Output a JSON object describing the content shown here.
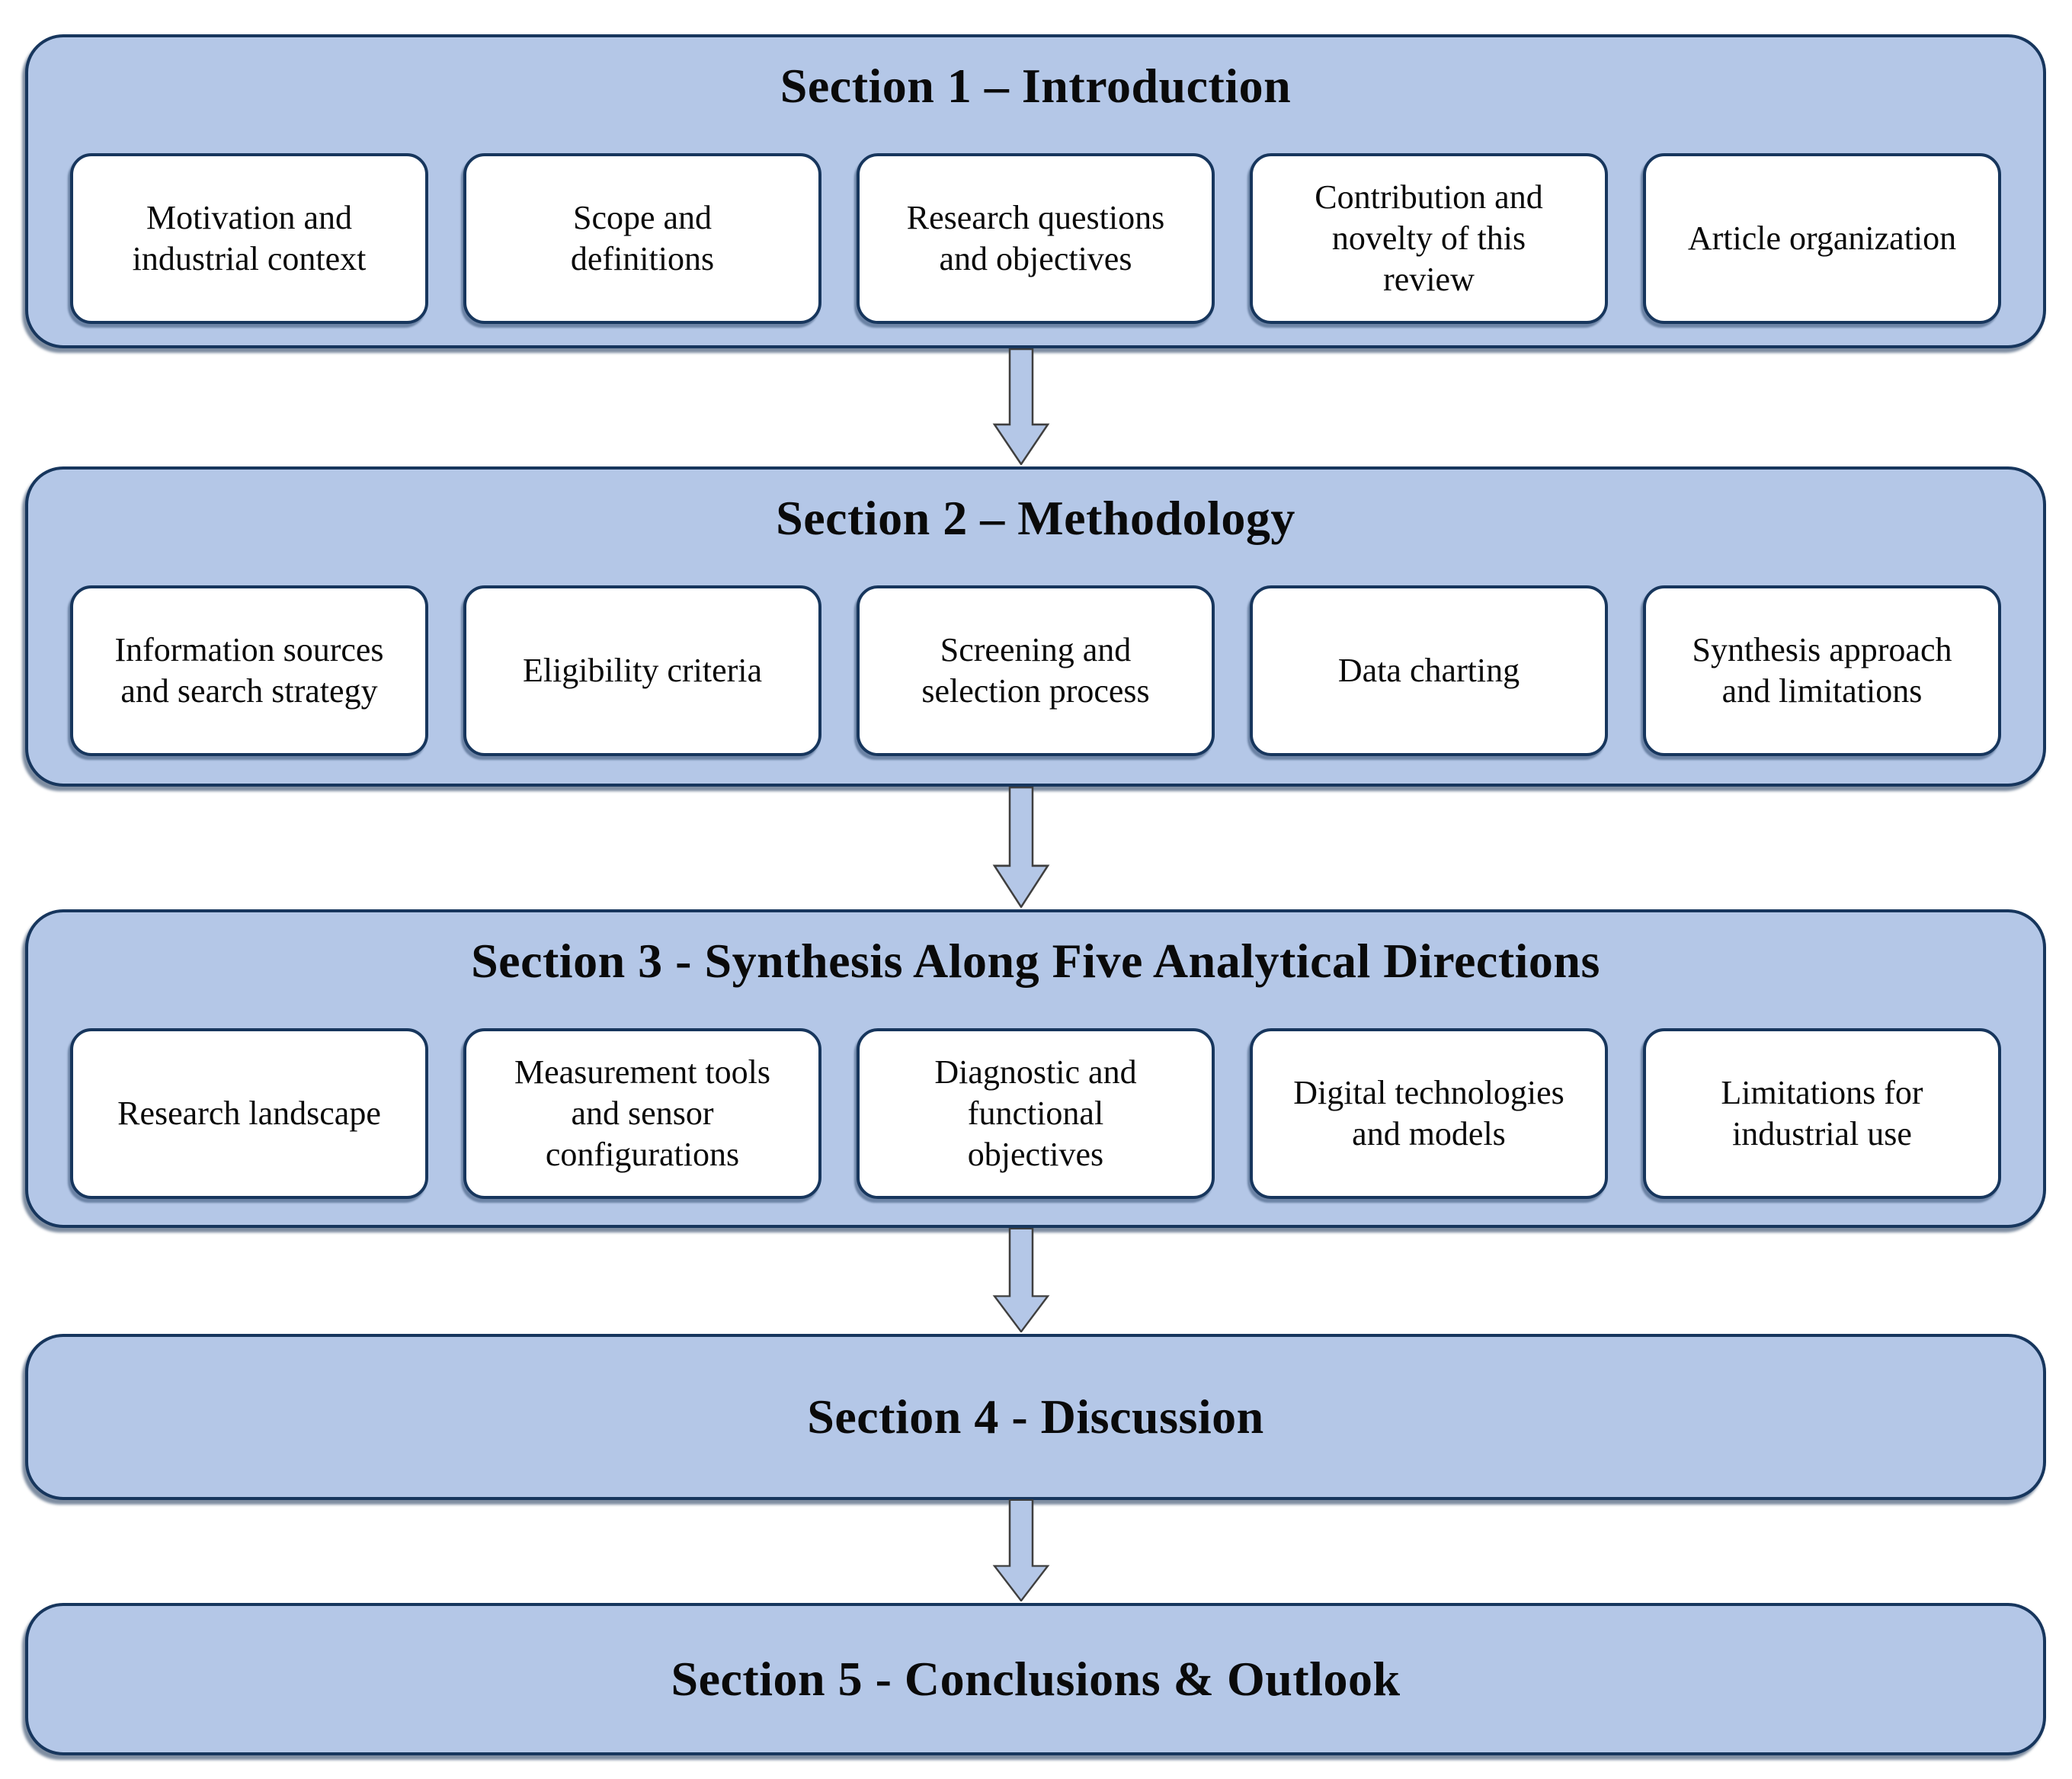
{
  "sections": [
    {
      "title": "Section 1 – Introduction",
      "items": [
        "Motivation and industrial context",
        "Scope and definitions",
        "Research questions and objectives",
        "Contribution and novelty of this review",
        "Article organization"
      ]
    },
    {
      "title": "Section 2 – Methodology",
      "items": [
        "Information sources and search strategy",
        "Eligibility criteria",
        "Screening and selection process",
        "Data charting",
        "Synthesis approach and limitations"
      ]
    },
    {
      "title": "Section 3 - Synthesis Along Five Analytical Directions",
      "items": [
        "Research landscape",
        "Measurement tools and sensor configurations",
        "Diagnostic and functional objectives",
        "Digital technologies and models",
        "Limitations for industrial use"
      ]
    },
    {
      "title": "Section 4 - Discussion",
      "items": []
    },
    {
      "title": "Section 5 - Conclusions & Outlook",
      "items": []
    }
  ],
  "colors": {
    "container_fill": "#b4c7e7",
    "container_border": "#17365d",
    "item_fill": "#ffffff",
    "item_border": "#17365d",
    "arrow_fill": "#b4c7e7",
    "arrow_outline": "#3f3f3f",
    "text": "#0a0a0a"
  }
}
